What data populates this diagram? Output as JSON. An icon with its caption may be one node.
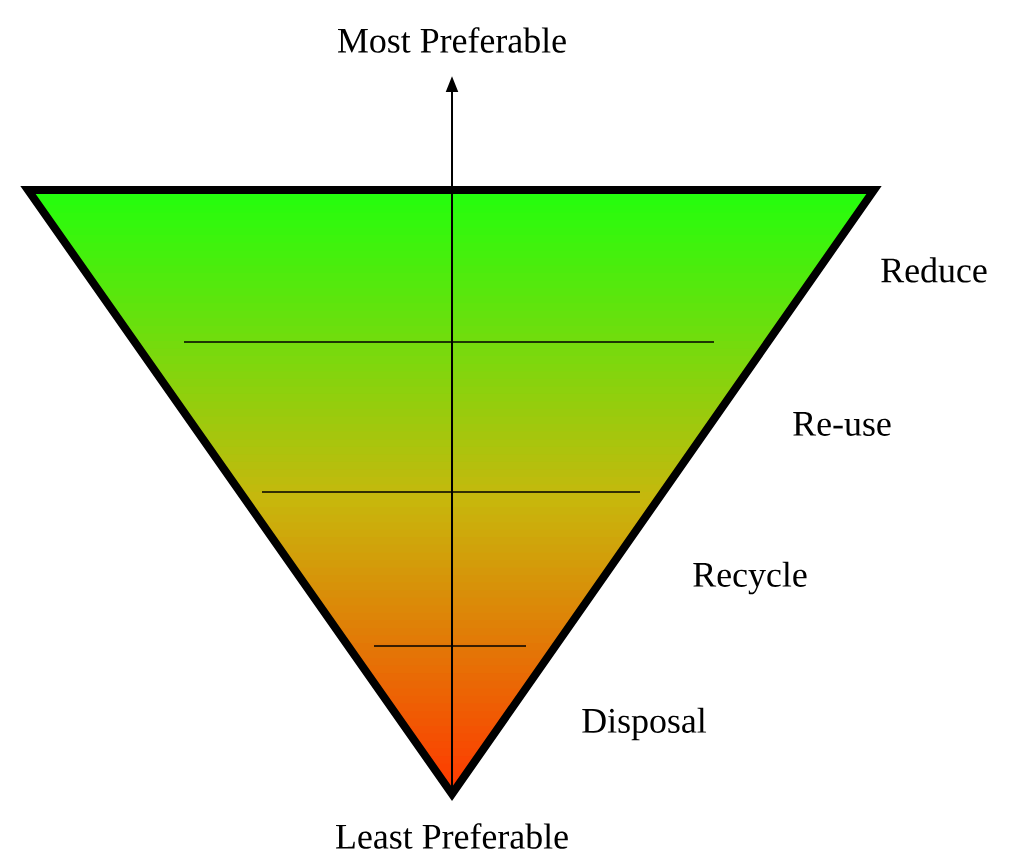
{
  "diagram": {
    "labels": [
      "Most Preferable",
      "Reduce",
      "Re-use",
      "Recycle",
      "Disposal",
      "Least Preferable"
    ]
  }
}
